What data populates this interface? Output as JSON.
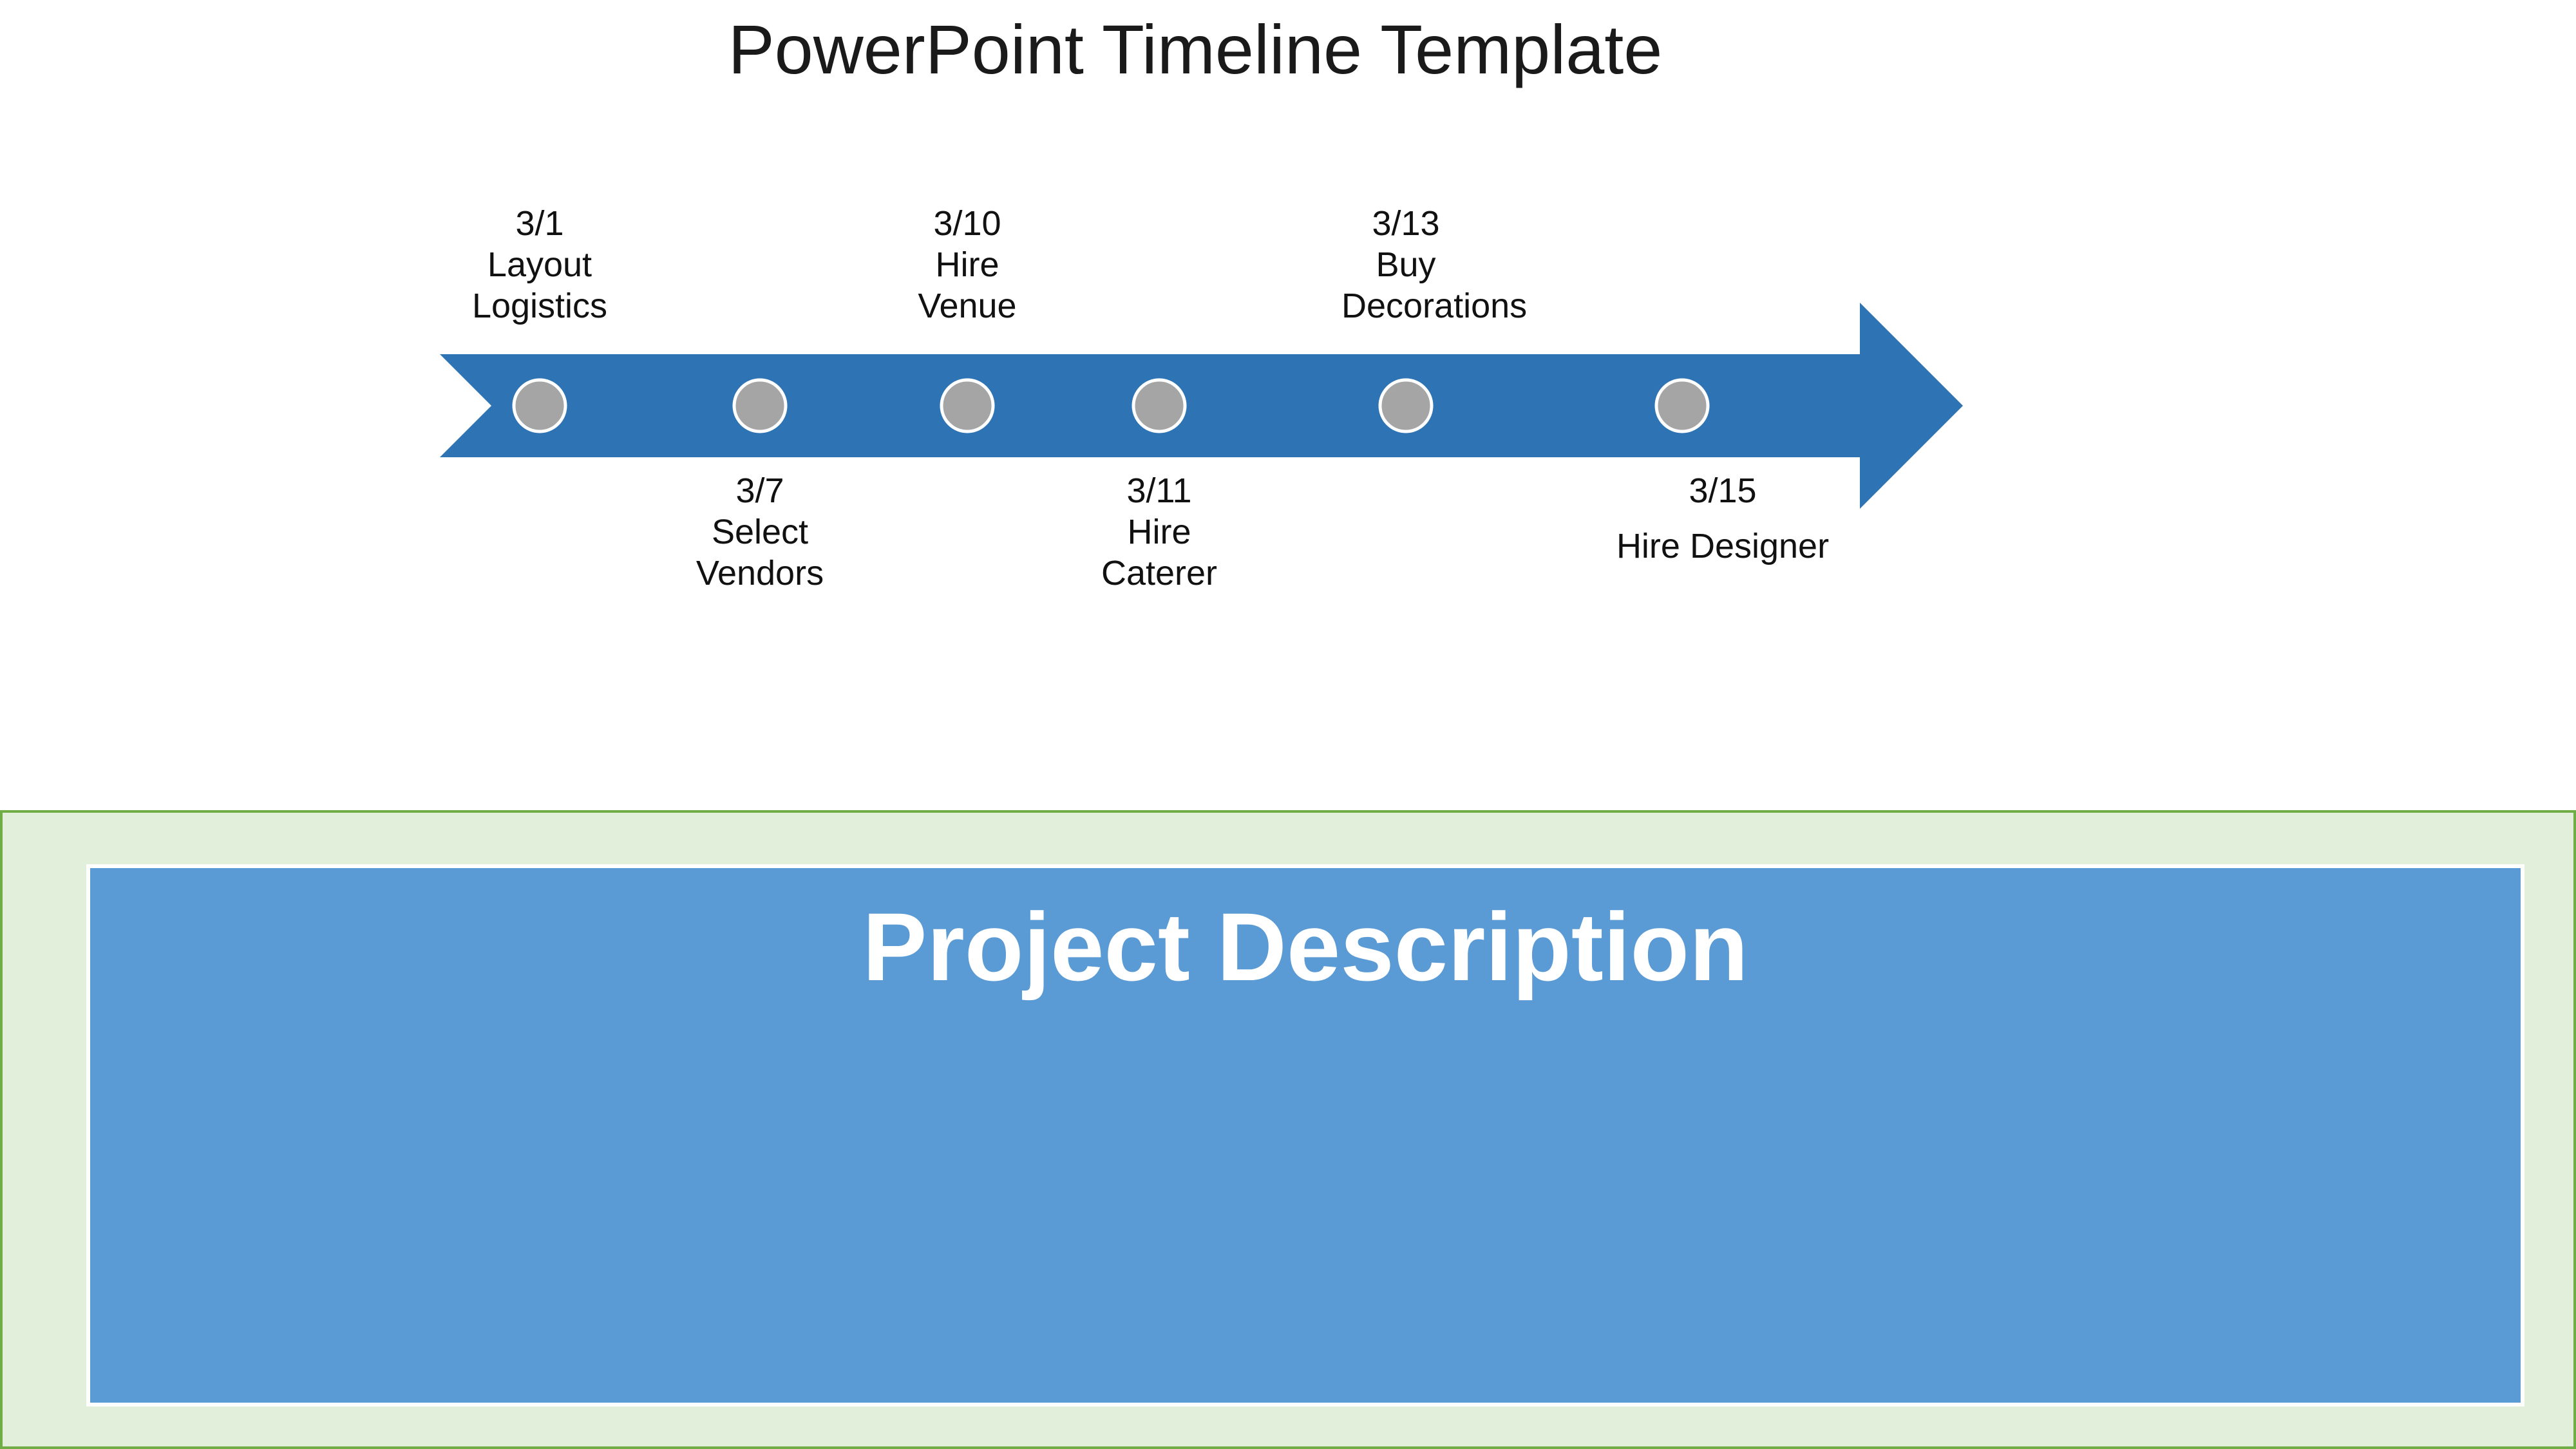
{
  "title": "PowerPoint Timeline Template",
  "arrow_color": "#2e74b5",
  "marker_color": "#a5a5a5",
  "milestones": [
    {
      "date": "3/1",
      "task": "Layout Logistics",
      "position": "above"
    },
    {
      "date": "3/7",
      "task": "Select Vendors",
      "position": "below"
    },
    {
      "date": "3/10",
      "task": "Hire Venue",
      "position": "above"
    },
    {
      "date": "3/11",
      "task": "Hire Caterer",
      "position": "below"
    },
    {
      "date": "3/13",
      "task": "Buy Decorations",
      "position": "above"
    },
    {
      "date": "3/15",
      "task": "Hire Designer",
      "position": "below"
    }
  ],
  "description": {
    "heading": "Project Description",
    "panel_color": "#e2efda",
    "box_color": "#5b9bd5"
  }
}
